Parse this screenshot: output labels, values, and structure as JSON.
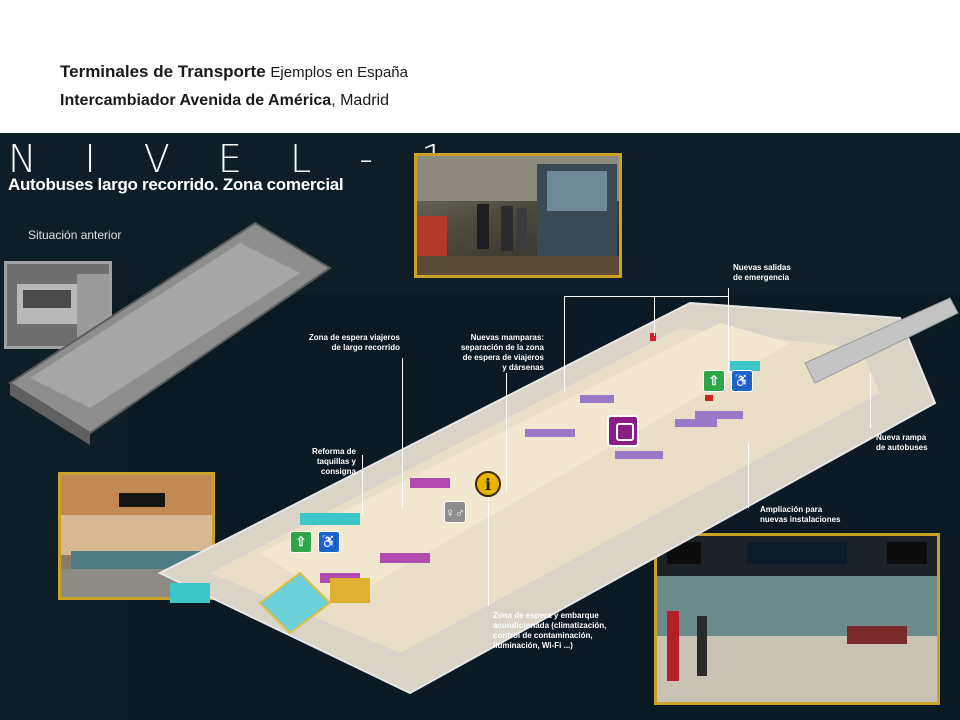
{
  "header": {
    "title_bold": "Terminales de Transporte",
    "title_light": "Ejemplos en España",
    "subtitle_bold": "Intercambiador Avenida de América",
    "subtitle_light": ", Madrid"
  },
  "plan": {
    "level_title": "N I V E L   - 1",
    "level_subtitle": "Autobuses largo recorrido. Zona comercial",
    "previous_situation": "Situación anterior",
    "annotations": {
      "salidas": [
        "Nuevas salidas",
        "de emergencia"
      ],
      "espera": [
        "Zona de espera viajeros",
        "de largo recorrido"
      ],
      "mamparas": [
        "Nuevas mamparas:",
        "separación de la zona",
        "de espera de viajeros",
        "y dársenas"
      ],
      "rampa": [
        "Nueva rampa",
        "de autobuses"
      ],
      "taquillas": [
        "Reforma de",
        "taquillas y",
        "consigna"
      ],
      "ampliacion": [
        "Ampliación para",
        "nuevas instalaciones"
      ],
      "embarque": [
        "Zona de espera y embarque",
        "acondicionada (climatización,",
        "control de contaminación,",
        "iluminación, Wi-Fi ...)"
      ]
    },
    "icons": [
      "info-icon",
      "toilets-icon",
      "accessible-icon",
      "emergency-exit-icon",
      "bus-icon"
    ]
  },
  "colors": {
    "panel_bg": "#0f1e26",
    "photo_border": "#c9a227",
    "info_yellow": "#e8b400",
    "bus_purple": "#8b1e86",
    "exit_green": "#2fa64a",
    "access_blue": "#1a66c2"
  }
}
